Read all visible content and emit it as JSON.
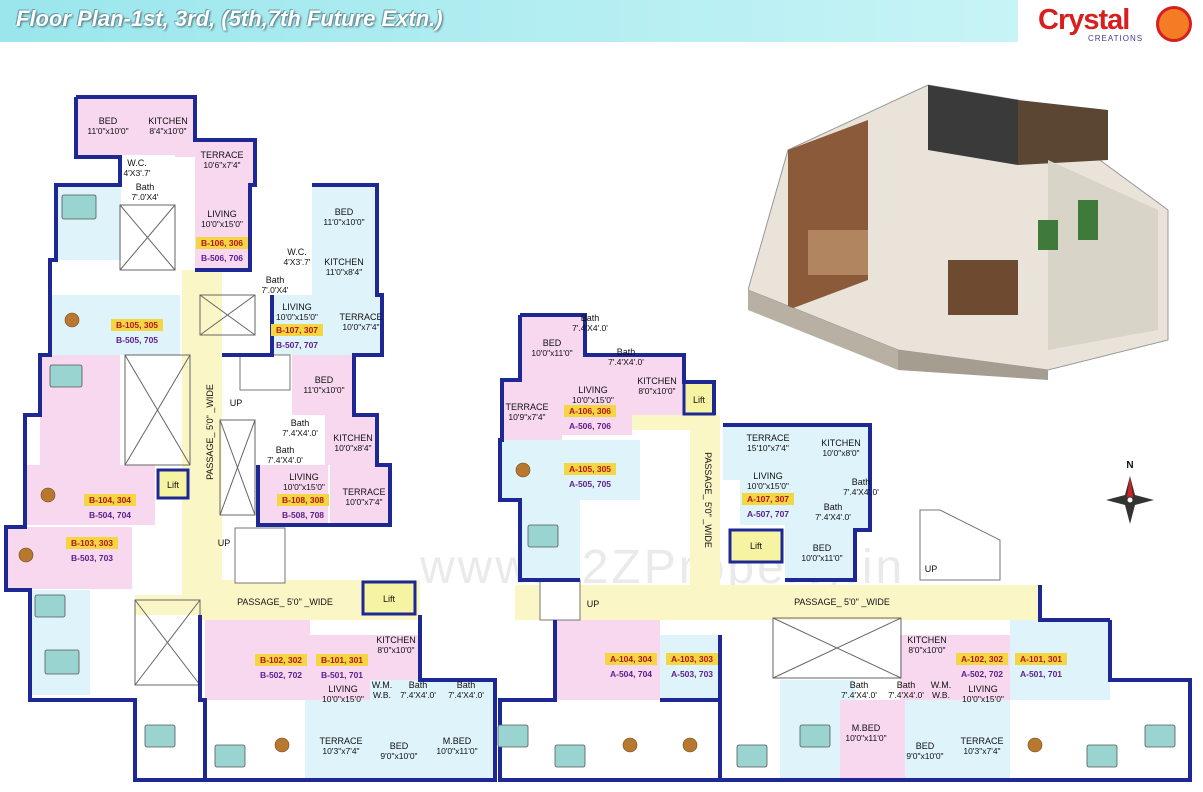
{
  "title": "Floor Plan-1st, 3rd, (5th,7th Future Extn.)",
  "logo": {
    "word": "Crystal",
    "sub": "CREATIONS"
  },
  "watermark": "www.A2ZProperty.in",
  "compass_label": "N",
  "colors": {
    "wall": "#1d2894",
    "passage": "#fbf6c6",
    "room_pink": "#f7d8ef",
    "room_blue": "#dff3fb",
    "lift": "#f6f3a3",
    "badge_b": "#f4d542"
  },
  "wing_b": {
    "rooms": [
      {
        "name": "BED",
        "size": "11'0\"x10'0\""
      },
      {
        "name": "KITCHEN",
        "size": "8'4\"x10'0\""
      },
      {
        "name": "TERRACE",
        "size": "10'6\"x7'4\""
      },
      {
        "name": "W.C.",
        "size": "4'X3'.7'"
      },
      {
        "name": "Bath",
        "size": "7'.0'X4'"
      },
      {
        "name": "LIVING",
        "size": "10'0\"x15'0\""
      },
      {
        "name": "BED",
        "size": "11'0\"x10'0\""
      },
      {
        "name": "W.C.",
        "size": "4'X3'.7'"
      },
      {
        "name": "KITCHEN",
        "size": "11'0\"x8'4\""
      },
      {
        "name": "Bath",
        "size": "7'.0'X4'"
      },
      {
        "name": "LIVING",
        "size": "10'0\"x15'0\""
      },
      {
        "name": "TERRACE",
        "size": "10'0\"x7'4\""
      },
      {
        "name": "BED",
        "size": "11'0\"x10'0\""
      },
      {
        "name": "Bath",
        "size": "7'.4'X4'.0'"
      },
      {
        "name": "KITCHEN",
        "size": "10'0\"x8'4\""
      },
      {
        "name": "Bath",
        "size": "7'.4'X4'.0'"
      },
      {
        "name": "LIVING",
        "size": "10'0\"x15'0\""
      },
      {
        "name": "TERRACE",
        "size": "10'0\"x7'4\""
      }
    ],
    "flats": [
      [
        "B-106, 306",
        "B-506, 706"
      ],
      [
        "B-105, 305",
        "B-505, 705"
      ],
      [
        "B-107, 307",
        "B-507, 707"
      ],
      [
        "B-108, 308",
        "B-508, 708"
      ],
      [
        "B-104, 304",
        "B-504, 704"
      ],
      [
        "B-103, 303",
        "B-503, 703"
      ],
      [
        "B-102, 302",
        "B-502, 702"
      ],
      [
        "B-101, 301",
        "B-501, 701"
      ]
    ],
    "lift": "Lift",
    "up": "UP",
    "passage_v": "PASSAGE_ 5'0\" _WIDE",
    "passage_h": "PASSAGE_ 5'0\" _WIDE"
  },
  "bottom_left": {
    "rooms": [
      {
        "name": "KITCHEN",
        "size": "8'0\"x10'0\""
      },
      {
        "name": "LIVING",
        "size": "10'0\"x15'0\""
      },
      {
        "name": "W.M.",
        "size": "W.B."
      },
      {
        "name": "Bath",
        "size": "7'.4'X4'.0'"
      },
      {
        "name": "Bath",
        "size": "7'.4'X4'.0'"
      },
      {
        "name": "TERRACE",
        "size": "10'3\"x7'4\""
      },
      {
        "name": "BED",
        "size": "9'0\"x10'0\""
      },
      {
        "name": "M.BED",
        "size": "10'0\"x11'0\""
      }
    ]
  },
  "wing_a": {
    "rooms": [
      {
        "name": "BED",
        "size": "10'0\"x11'0\""
      },
      {
        "name": "Bath",
        "size": "7'.4'X4'.0'"
      },
      {
        "name": "Bath",
        "size": "7'.4'X4'.0'"
      },
      {
        "name": "LIVING",
        "size": "10'0\"x15'0\""
      },
      {
        "name": "KITCHEN",
        "size": "8'0\"x10'0\""
      },
      {
        "name": "TERRACE",
        "size": "10'9\"x7'4\""
      },
      {
        "name": "TERRACE",
        "size": "15'10\"x7'4\""
      },
      {
        "name": "KITCHEN",
        "size": "10'0\"x8'0\""
      },
      {
        "name": "LIVING",
        "size": "10'0\"x15'0\""
      },
      {
        "name": "Bath",
        "size": "7'.4'X4'.0'"
      },
      {
        "name": "Bath",
        "size": "7'.4'X4'.0'"
      },
      {
        "name": "BED",
        "size": "10'0\"x11'0\""
      }
    ],
    "flats": [
      [
        "A-106, 306",
        "A-506, 706"
      ],
      [
        "A-105, 305",
        "A-505, 705"
      ],
      [
        "A-107, 307",
        "A-507, 707"
      ],
      [
        "A-104, 304",
        "A-504, 704"
      ],
      [
        "A-103, 303",
        "A-503, 703"
      ],
      [
        "A-102, 302",
        "A-502, 702"
      ],
      [
        "A-101, 301",
        "A-501, 701"
      ]
    ],
    "lift": "Lift",
    "up": "UP",
    "passage_v": "PASSAGE_ 5'0\" _WIDE",
    "passage_h": "PASSAGE_ 5'0\" _WIDE"
  },
  "bottom_right": {
    "rooms": [
      {
        "name": "KITCHEN",
        "size": "8'0\"x10'0\""
      },
      {
        "name": "W.M.",
        "size": "W.B."
      },
      {
        "name": "Bath",
        "size": "7'.4'X4'.0'"
      },
      {
        "name": "Bath",
        "size": "7'.4'X4'.0'"
      },
      {
        "name": "LIVING",
        "size": "10'0\"x15'0\""
      },
      {
        "name": "M.BED",
        "size": "10'0\"x11'0\""
      },
      {
        "name": "BED",
        "size": "9'0\"x10'0\""
      },
      {
        "name": "TERRACE",
        "size": "10'3\"x7'4\""
      }
    ]
  }
}
